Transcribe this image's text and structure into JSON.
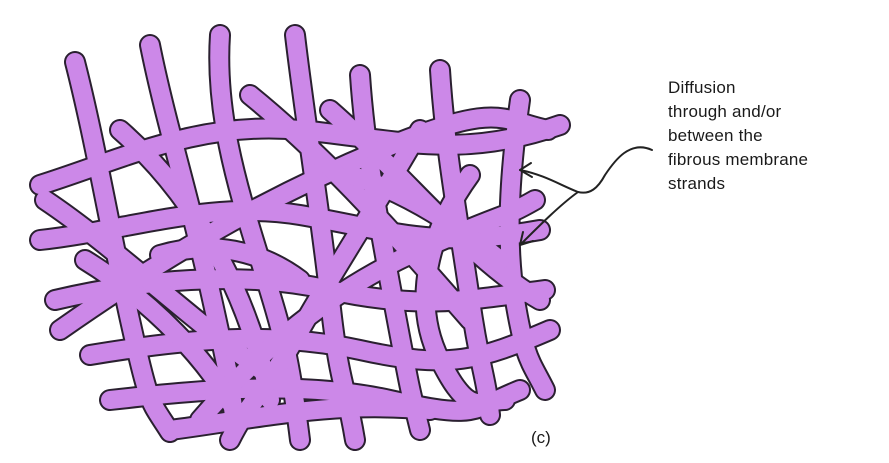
{
  "callout": {
    "text": "Diffusion\nthrough and/or\nbetween the\nfibrous membrane\nstrands"
  },
  "panel_label": "(c)",
  "colors": {
    "strand_fill": "#cc88e8",
    "strand_outline": "#2a2030",
    "arrow": "#222222"
  },
  "icons": {
    "strands": "fibrous-membrane-strands",
    "arrow": "curved-pointer-arrow"
  }
}
